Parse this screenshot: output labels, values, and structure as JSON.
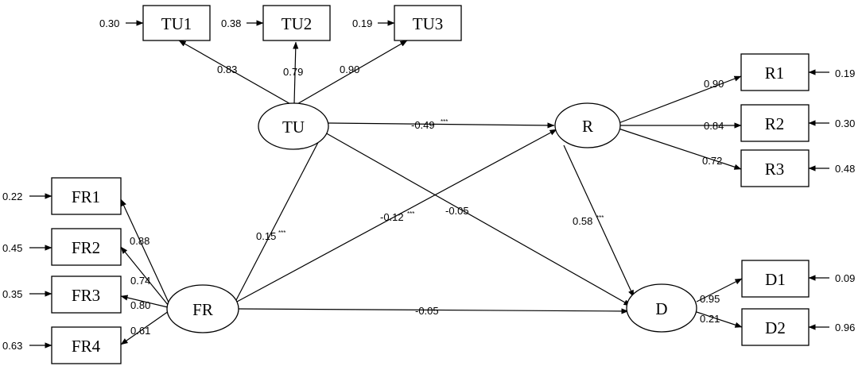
{
  "nodes": {
    "TU1": "TU1",
    "TU2": "TU2",
    "TU3": "TU3",
    "TU": "TU",
    "R": "R",
    "FR": "FR",
    "D": "D",
    "R1": "R1",
    "R2": "R2",
    "R3": "R3",
    "FR1": "FR1",
    "FR2": "FR2",
    "FR3": "FR3",
    "FR4": "FR4",
    "D1": "D1",
    "D2": "D2"
  },
  "errors": {
    "TU1": "0.30",
    "TU2": "0.38",
    "TU3": "0.19",
    "R1": "0.19",
    "R2": "0.30",
    "R3": "0.48",
    "FR1": "0.22",
    "FR2": "0.45",
    "FR3": "0.35",
    "FR4": "0.63",
    "D1": "0.09",
    "D2": "0.96"
  },
  "loadings": {
    "TU1": "0.83",
    "TU2": "0.79",
    "TU3": "0.90",
    "R1": "0.90",
    "R2": "0.84",
    "R3": "0.72",
    "FR1": "0.88",
    "FR2": "0.74",
    "FR3": "0.80",
    "FR4": "0.61",
    "D1": "0.95",
    "D2": "0.21"
  },
  "paths": {
    "TU_R": {
      "value": "-0.49",
      "sig": "***"
    },
    "FR_TU": {
      "value": "0.15",
      "sig": "***"
    },
    "FR_R": {
      "value": "-0.12",
      "sig": "***"
    },
    "TU_D": {
      "value": "-0.05",
      "sig": ""
    },
    "R_D": {
      "value": "0.58",
      "sig": "***"
    },
    "FR_D": {
      "value": "-0.05",
      "sig": ""
    }
  }
}
